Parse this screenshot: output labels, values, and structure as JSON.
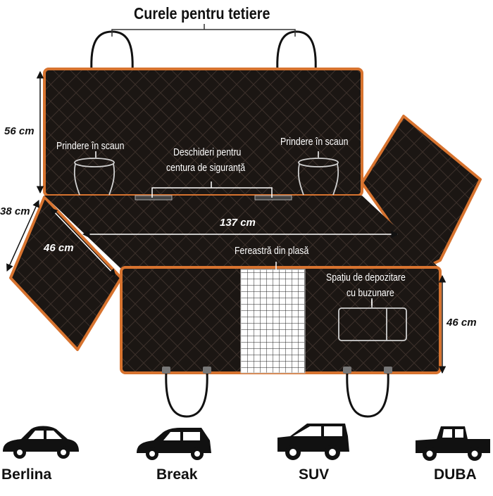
{
  "title": "Curele pentru tetiere",
  "labels": {
    "seat_attach_left": "Prindere în scaun",
    "seat_attach_right": "Prindere în scaun",
    "belt_openings_line1": "Deschideri pentru",
    "belt_openings_line2": "centura de siguranță",
    "mesh_window": "Fereastră din plasă",
    "storage_line1": "Spațiu de depozitare",
    "storage_line2": "cu buzunare"
  },
  "dimensions": {
    "height_back": "56 cm",
    "flap_width": "38 cm",
    "flap_length": "46 cm",
    "seat_width": "137 cm",
    "height_front": "46 cm"
  },
  "vehicles": [
    {
      "name": "Berlina",
      "icon": "sedan-icon"
    },
    {
      "name": "Break",
      "icon": "wagon-icon"
    },
    {
      "name": "SUV",
      "icon": "suv-icon"
    },
    {
      "name": "DUBA",
      "icon": "pickup-icon"
    }
  ],
  "colors": {
    "cover": "#1b1613",
    "trim": "#d7732f",
    "quilt": "#3b302a",
    "mesh": "#ffffff"
  }
}
